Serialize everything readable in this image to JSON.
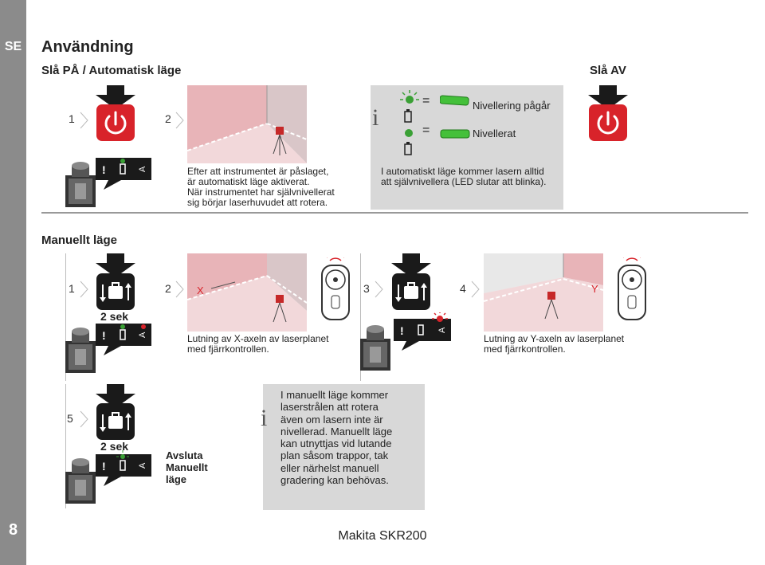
{
  "sidebar": {
    "language": "SE",
    "page_number": "8"
  },
  "title": "Användning",
  "sections": {
    "auto_on": "Slå PÅ / Automatisk läge",
    "off": "Slå AV",
    "manual": "Manuellt läge"
  },
  "auto": {
    "step1": "1",
    "step2": "2",
    "step2_text": [
      "Efter att instrumentet är påslaget,",
      "är automatiskt läge aktiverat.",
      "När instrumentet har självnivellerat",
      "sig börjar laserhuvudet att rotera."
    ]
  },
  "legend": {
    "equals": "=",
    "levelling": "Nivellering pågår",
    "levelled": "Nivellerat",
    "info_text": [
      "I automatiskt läge kommer lasern alltid",
      "att självnivellera (LED slutar att blinka)."
    ]
  },
  "manual": {
    "step1": "1",
    "step2": "2",
    "step3": "3",
    "step4": "4",
    "step5": "5",
    "sek1": "2 sek",
    "sek2": "2 sek",
    "x_axis": "X",
    "y_axis": "Y",
    "x_text": [
      "Lutning av X-axeln av laserplanet",
      "med fjärrkontrollen."
    ],
    "y_text": [
      "Lutning av Y-axeln av laserplanet",
      "med fjärrkontrollen."
    ],
    "exit": [
      "Avsluta",
      "Manuellt",
      "läge"
    ],
    "info_text": [
      "I manuellt läge kommer",
      "laserstrålen att rotera",
      "även om lasern inte är",
      "nivellerad. Manuellt läge",
      "kan utnyttjas vid lutande",
      "plan såsom trappor, tak",
      "eller närhelst manuell",
      "gradering kan behövas."
    ]
  },
  "panel_letter": "A",
  "footer": "Makita SKR200",
  "colors": {
    "power_red": "#d8232a",
    "laser_red": "#e06070",
    "led_green": "#3aa035",
    "panel_black": "#1a1a1a"
  }
}
